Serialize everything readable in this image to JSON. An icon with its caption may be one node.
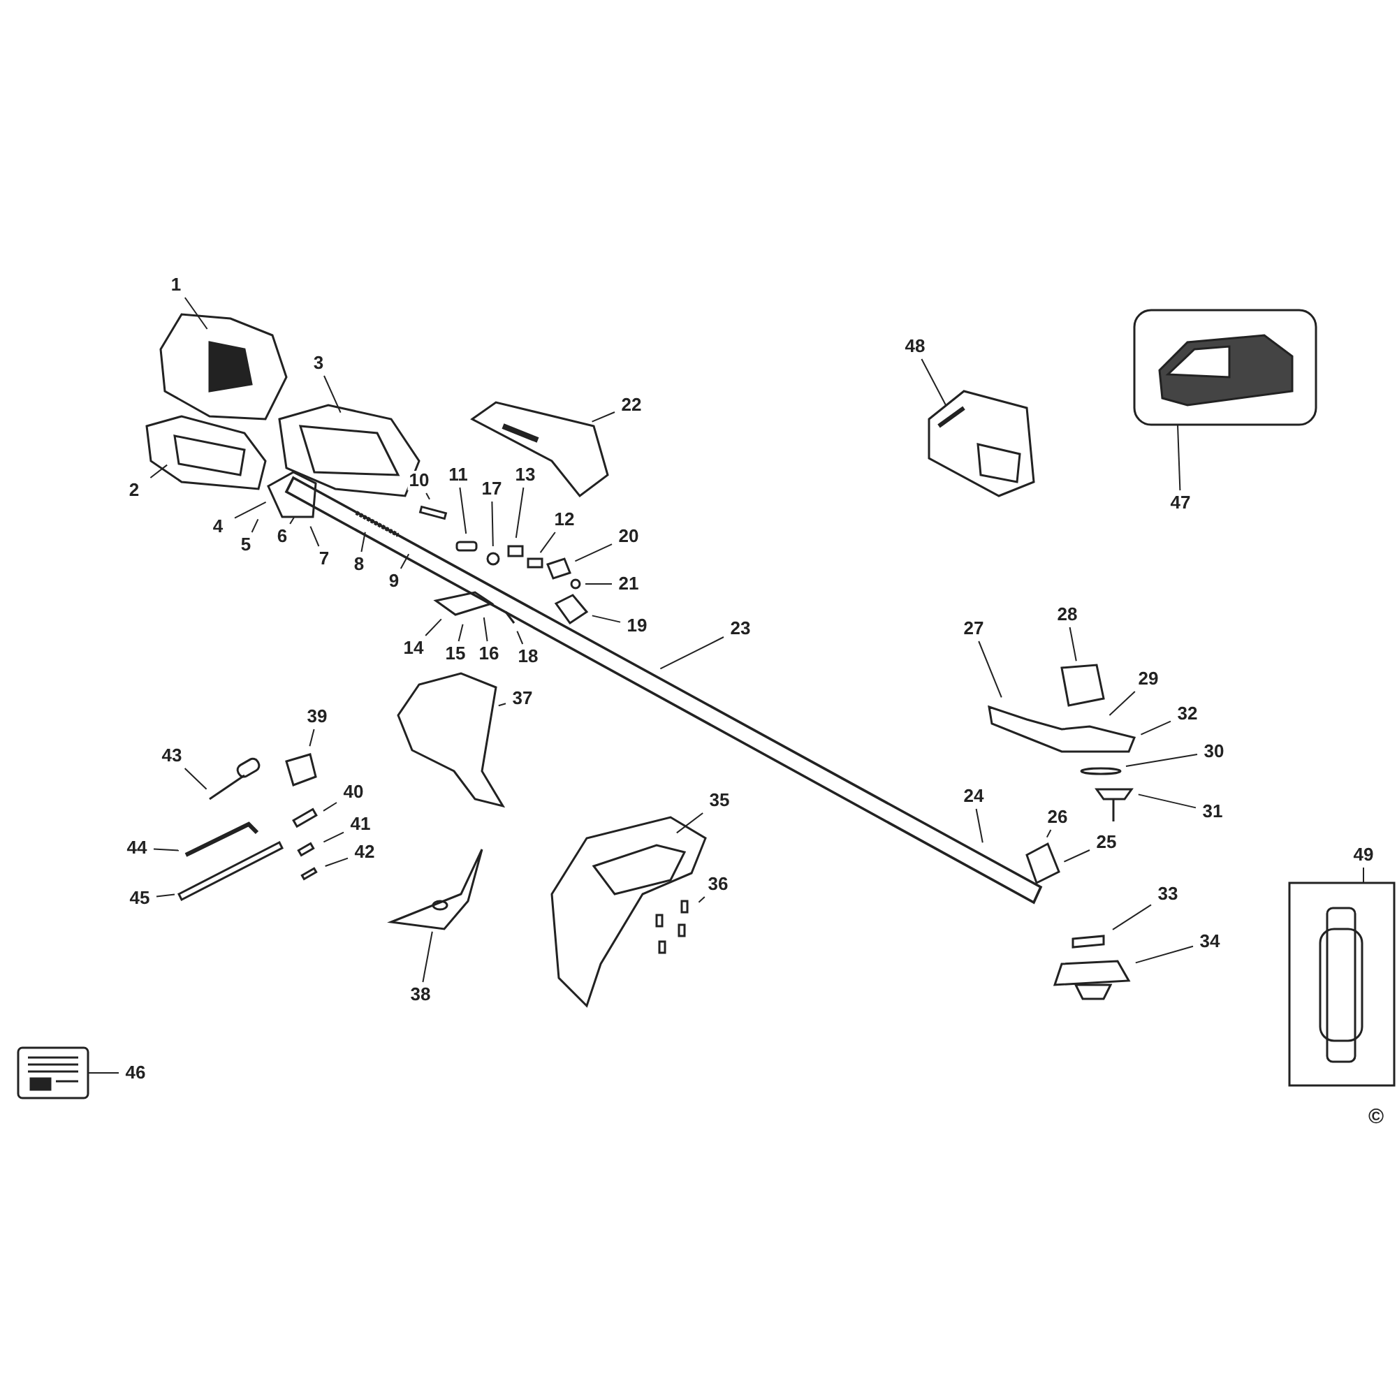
{
  "diagram": {
    "nodes": [
      {
        "text": [
          "1"
        ]
      },
      {
        "text": [
          "2"
        ]
      },
      {
        "text": [
          "3"
        ]
      },
      {
        "text": [
          "4"
        ]
      },
      {
        "text": [
          "5"
        ]
      },
      {
        "text": [
          "6"
        ]
      },
      {
        "text": [
          "7"
        ]
      },
      {
        "text": [
          "8"
        ]
      },
      {
        "text": [
          "9"
        ]
      },
      {
        "text": [
          "10"
        ]
      },
      {
        "text": [
          "11"
        ]
      },
      {
        "text": [
          "12"
        ]
      },
      {
        "text": [
          "13"
        ]
      },
      {
        "text": [
          "14"
        ]
      },
      {
        "text": [
          "15"
        ]
      },
      {
        "text": [
          "16"
        ]
      },
      {
        "text": [
          "17"
        ]
      },
      {
        "text": [
          "18"
        ]
      },
      {
        "text": [
          "19"
        ]
      },
      {
        "text": [
          "20"
        ]
      },
      {
        "text": [
          "21"
        ]
      },
      {
        "text": [
          "22"
        ]
      },
      {
        "text": [
          "23"
        ]
      },
      {
        "text": [
          "24"
        ]
      },
      {
        "text": [
          "25"
        ]
      },
      {
        "text": [
          "26"
        ]
      },
      {
        "text": [
          "27"
        ]
      },
      {
        "text": [
          "28"
        ]
      },
      {
        "text": [
          "29"
        ]
      },
      {
        "text": [
          "30"
        ]
      },
      {
        "text": [
          "31"
        ]
      },
      {
        "text": [
          "32"
        ]
      },
      {
        "text": [
          "33"
        ]
      },
      {
        "text": [
          "34"
        ]
      },
      {
        "text": [
          "35"
        ]
      },
      {
        "text": [
          "36"
        ]
      },
      {
        "text": [
          "37"
        ]
      },
      {
        "text": [
          "38"
        ]
      },
      {
        "text": [
          "39"
        ]
      },
      {
        "text": [
          "40"
        ]
      },
      {
        "text": [
          "41"
        ]
      },
      {
        "text": [
          "42"
        ]
      },
      {
        "text": [
          "43"
        ]
      },
      {
        "text": [
          "44"
        ]
      },
      {
        "text": [
          "45"
        ]
      },
      {
        "text": [
          "46"
        ]
      },
      {
        "text": [
          "47"
        ]
      },
      {
        "text": [
          "48"
        ]
      },
      {
        "text": [
          "49"
        ]
      },
      {
        "text": [],
        "shape": "picture"
      },
      {
        "text": [],
        "shape": "picture"
      },
      {
        "text": [],
        "shape": "picture"
      },
      {
        "text": [],
        "shape": "picture"
      }
    ],
    "edges": [
      {
        "from": 0,
        "to": null,
        "arrow": "none"
      },
      {
        "from": 1,
        "to": null,
        "arrow": "none"
      },
      {
        "from": 2,
        "to": null,
        "arrow": "none"
      },
      {
        "from": 3,
        "to": null,
        "arrow": "none"
      },
      {
        "from": 4,
        "to": null,
        "arrow": "none"
      },
      {
        "from": 5,
        "to": null,
        "arrow": "none"
      },
      {
        "from": 6,
        "to": null,
        "arrow": "none"
      },
      {
        "from": 7,
        "to": null,
        "arrow": "none"
      },
      {
        "from": 8,
        "to": null,
        "arrow": "none"
      },
      {
        "from": 9,
        "to": null,
        "arrow": "none"
      },
      {
        "from": 10,
        "to": null,
        "arrow": "none"
      },
      {
        "from": 11,
        "to": null,
        "arrow": "none"
      },
      {
        "from": 12,
        "to": null,
        "arrow": "none"
      },
      {
        "from": 13,
        "to": null,
        "arrow": "none"
      },
      {
        "from": 14,
        "to": null,
        "arrow": "none"
      },
      {
        "from": 15,
        "to": null,
        "arrow": "none"
      },
      {
        "from": 16,
        "to": null,
        "arrow": "none"
      },
      {
        "from": 17,
        "to": null,
        "arrow": "none"
      },
      {
        "from": 18,
        "to": null,
        "arrow": "none"
      },
      {
        "from": 19,
        "to": null,
        "arrow": "none"
      },
      {
        "from": 20,
        "to": null,
        "arrow": "none"
      },
      {
        "from": 21,
        "to": null,
        "arrow": "none"
      },
      {
        "from": 22,
        "to": null,
        "arrow": "none"
      },
      {
        "from": 23,
        "to": null,
        "arrow": "none"
      },
      {
        "from": 24,
        "to": null,
        "arrow": "none"
      },
      {
        "from": 25,
        "to": null,
        "arrow": "none"
      },
      {
        "from": 26,
        "to": null,
        "arrow": "none"
      },
      {
        "from": 27,
        "to": null,
        "arrow": "none"
      },
      {
        "from": 28,
        "to": null,
        "arrow": "none"
      },
      {
        "from": 29,
        "to": null,
        "arrow": "none"
      },
      {
        "from": 30,
        "to": null,
        "arrow": "none"
      },
      {
        "from": 31,
        "to": null,
        "arrow": "none"
      },
      {
        "from": 32,
        "to": null,
        "arrow": "none"
      },
      {
        "from": 33,
        "to": null,
        "arrow": "none"
      },
      {
        "from": 34,
        "to": null,
        "arrow": "none"
      },
      {
        "from": 35,
        "to": null,
        "arrow": "none"
      },
      {
        "from": 36,
        "to": null,
        "arrow": "none"
      },
      {
        "from": 37,
        "to": null,
        "arrow": "none"
      },
      {
        "from": 38,
        "to": null,
        "arrow": "none"
      },
      {
        "from": 39,
        "to": null,
        "arrow": "none"
      },
      {
        "from": 40,
        "to": null,
        "arrow": "none"
      },
      {
        "from": 41,
        "to": null,
        "arrow": "none"
      },
      {
        "from": 42,
        "to": null,
        "arrow": "none"
      },
      {
        "from": 43,
        "to": null,
        "arrow": "none"
      },
      {
        "from": 44,
        "to": null,
        "arrow": "none"
      },
      {
        "from": 45,
        "to": 52,
        "arrow": "none"
      },
      {
        "from": 46,
        "to": 50,
        "arrow": "none"
      },
      {
        "from": 47,
        "to": 49,
        "arrow": "none"
      },
      {
        "from": 48,
        "to": 51,
        "arrow": "none"
      }
    ],
    "labels": [
      "©"
    ]
  }
}
